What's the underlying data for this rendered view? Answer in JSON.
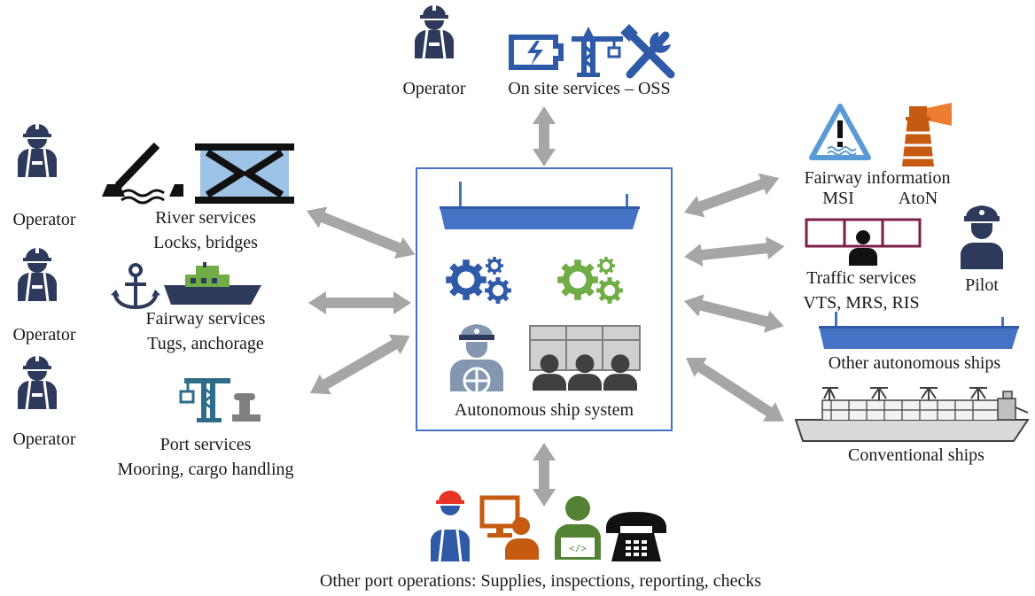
{
  "colors": {
    "navy": "#2e3a5c",
    "blue": "#4472c4",
    "green": "#70ad47",
    "orange": "#c55a11",
    "gray": "#a6a6a6",
    "dark": "#333333",
    "lightblue": "#9dc3e6",
    "red": "#e63323"
  },
  "top": {
    "operator_label": "Operator",
    "oss_label": "On site services – OSS"
  },
  "left": {
    "operator_1": "Operator",
    "operator_2": "Operator",
    "operator_3": "Operator",
    "river_title": "River services",
    "river_sub": "Locks, bridges",
    "fairway_title": "Fairway services",
    "fairway_sub": "Tugs, anchorage",
    "port_title": "Port services",
    "port_sub": "Mooring, cargo handling"
  },
  "center": {
    "system_label": "Autonomous ship system"
  },
  "right": {
    "fairway_info": "Fairway information",
    "msi": "MSI",
    "aton": "AtoN",
    "traffic_title": "Traffic services",
    "traffic_sub": "VTS, MRS, RIS",
    "pilot": "Pilot",
    "other_ships": "Other autonomous ships",
    "conventional": "Conventional ships"
  },
  "bottom": {
    "other_ops": "Other port operations: Supplies, inspections, reporting, checks"
  },
  "icons": [
    "operator-icon",
    "battery-icon",
    "crane-icon",
    "wrench-icon",
    "bridge-icon",
    "lock-icon",
    "anchor-icon",
    "tug-icon",
    "port-crane-icon",
    "bollard-icon",
    "barge-icon",
    "gears-icon",
    "captain-icon",
    "monitor-room-icon",
    "warning-icon",
    "lighthouse-icon",
    "vts-screen-icon",
    "pilot-icon",
    "container-ship-icon",
    "worker-icon",
    "computer-user-icon",
    "coder-icon",
    "phone-icon"
  ]
}
